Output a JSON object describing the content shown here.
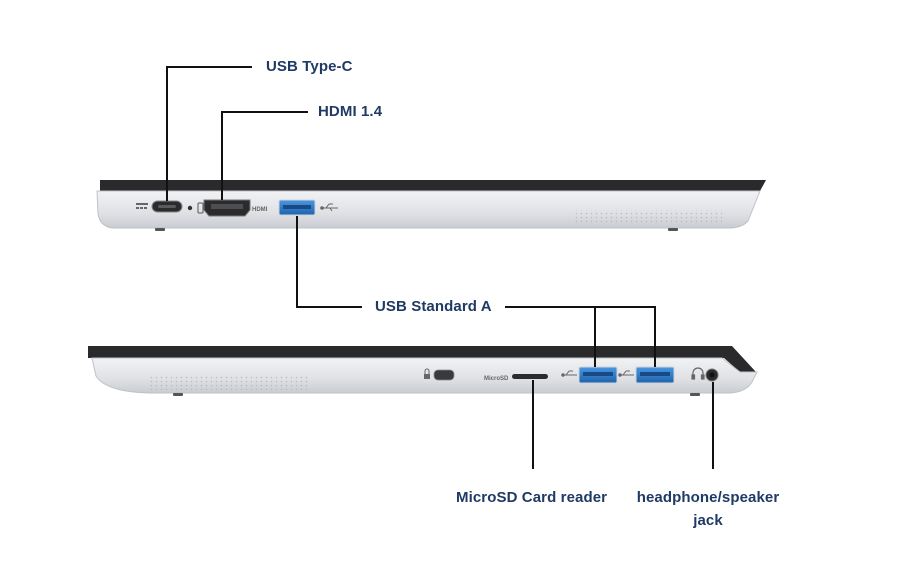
{
  "labels": {
    "usb_type_c": "USB Type-C",
    "hdmi": "HDMI 1.4",
    "usb_standard_a": "USB Standard A",
    "microsd": "MicroSD Card reader",
    "headphone_line1": "headphone/speaker",
    "headphone_line2": "jack"
  },
  "port_markings": {
    "hdmi_text": "HDMI",
    "microsd_text": "MicroSD"
  },
  "colors": {
    "label_text": "#1f3a64",
    "usb_a_blue": "#2b78c6",
    "chassis": "#e6e7ea",
    "bezel": "#2a2a2c"
  }
}
